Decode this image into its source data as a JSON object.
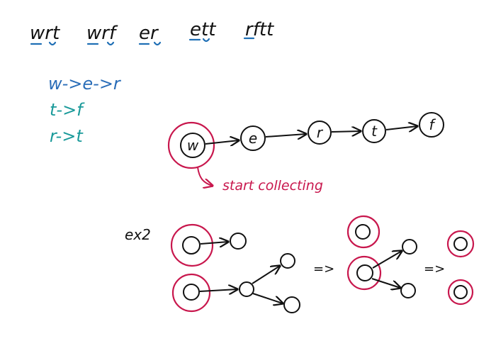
{
  "words": [
    "wrt",
    "wrf",
    "er",
    "ett",
    "rftt"
  ],
  "rules": [
    "w->e->r",
    "t->f",
    "r->t"
  ],
  "chain_nodes": [
    "w",
    "e",
    "r",
    "t",
    "f"
  ],
  "annotation": "start collecting",
  "example_label": "ex2",
  "implies": [
    "=>",
    "=>"
  ],
  "colors": {
    "ink": "#111111",
    "underline": "#1f6fb5",
    "rule_blue": "#2a6db8",
    "rule_teal": "#1a9a9a",
    "highlight": "#c8174d"
  }
}
